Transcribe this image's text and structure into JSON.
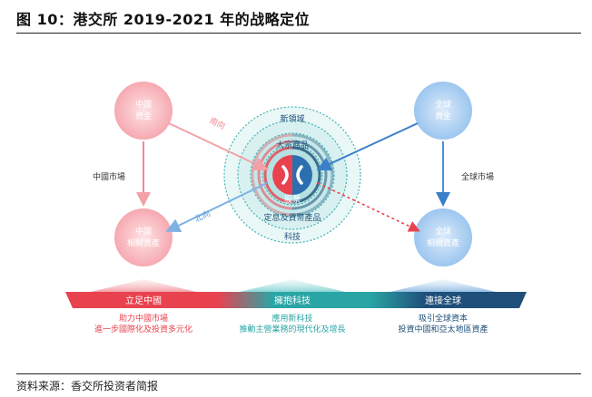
{
  "header": {
    "title": "图 10：港交所 2019-2021 年的战略定位"
  },
  "diagram": {
    "china_capital": [
      "中國",
      "資金"
    ],
    "global_capital": [
      "全球",
      "資金"
    ],
    "china_assets": [
      "中國",
      "相關資產"
    ],
    "global_assets": [
      "全球",
      "相關資產"
    ],
    "china_market": "中國市場",
    "global_market": "全球市場",
    "southbound": "南向",
    "northbound": "北向",
    "ring_outer": "新領域",
    "ring_commodities": "大宗商品",
    "ring_fixed_income": "定息及貨幣產品",
    "ring_equities": "股票",
    "ring_tech": "科技",
    "pillars": [
      {
        "label": "立足中國",
        "lines": [
          "助力中國市場",
          "進一步國際化及投資多元化"
        ]
      },
      {
        "label": "擁抱科技",
        "lines": [
          "應用新科技",
          "推動主營業務的現代化及增長"
        ]
      },
      {
        "label": "連接全球",
        "lines": [
          "吸引全球資本",
          "投資中國和亞太地區資產"
        ]
      }
    ],
    "colors": {
      "red": "#e8424f",
      "blue": "#4a90d9",
      "teal": "#2aa5a5",
      "navy": "#1f4f7a"
    }
  },
  "footer": {
    "source": "资料来源：香交所投资者简报"
  }
}
